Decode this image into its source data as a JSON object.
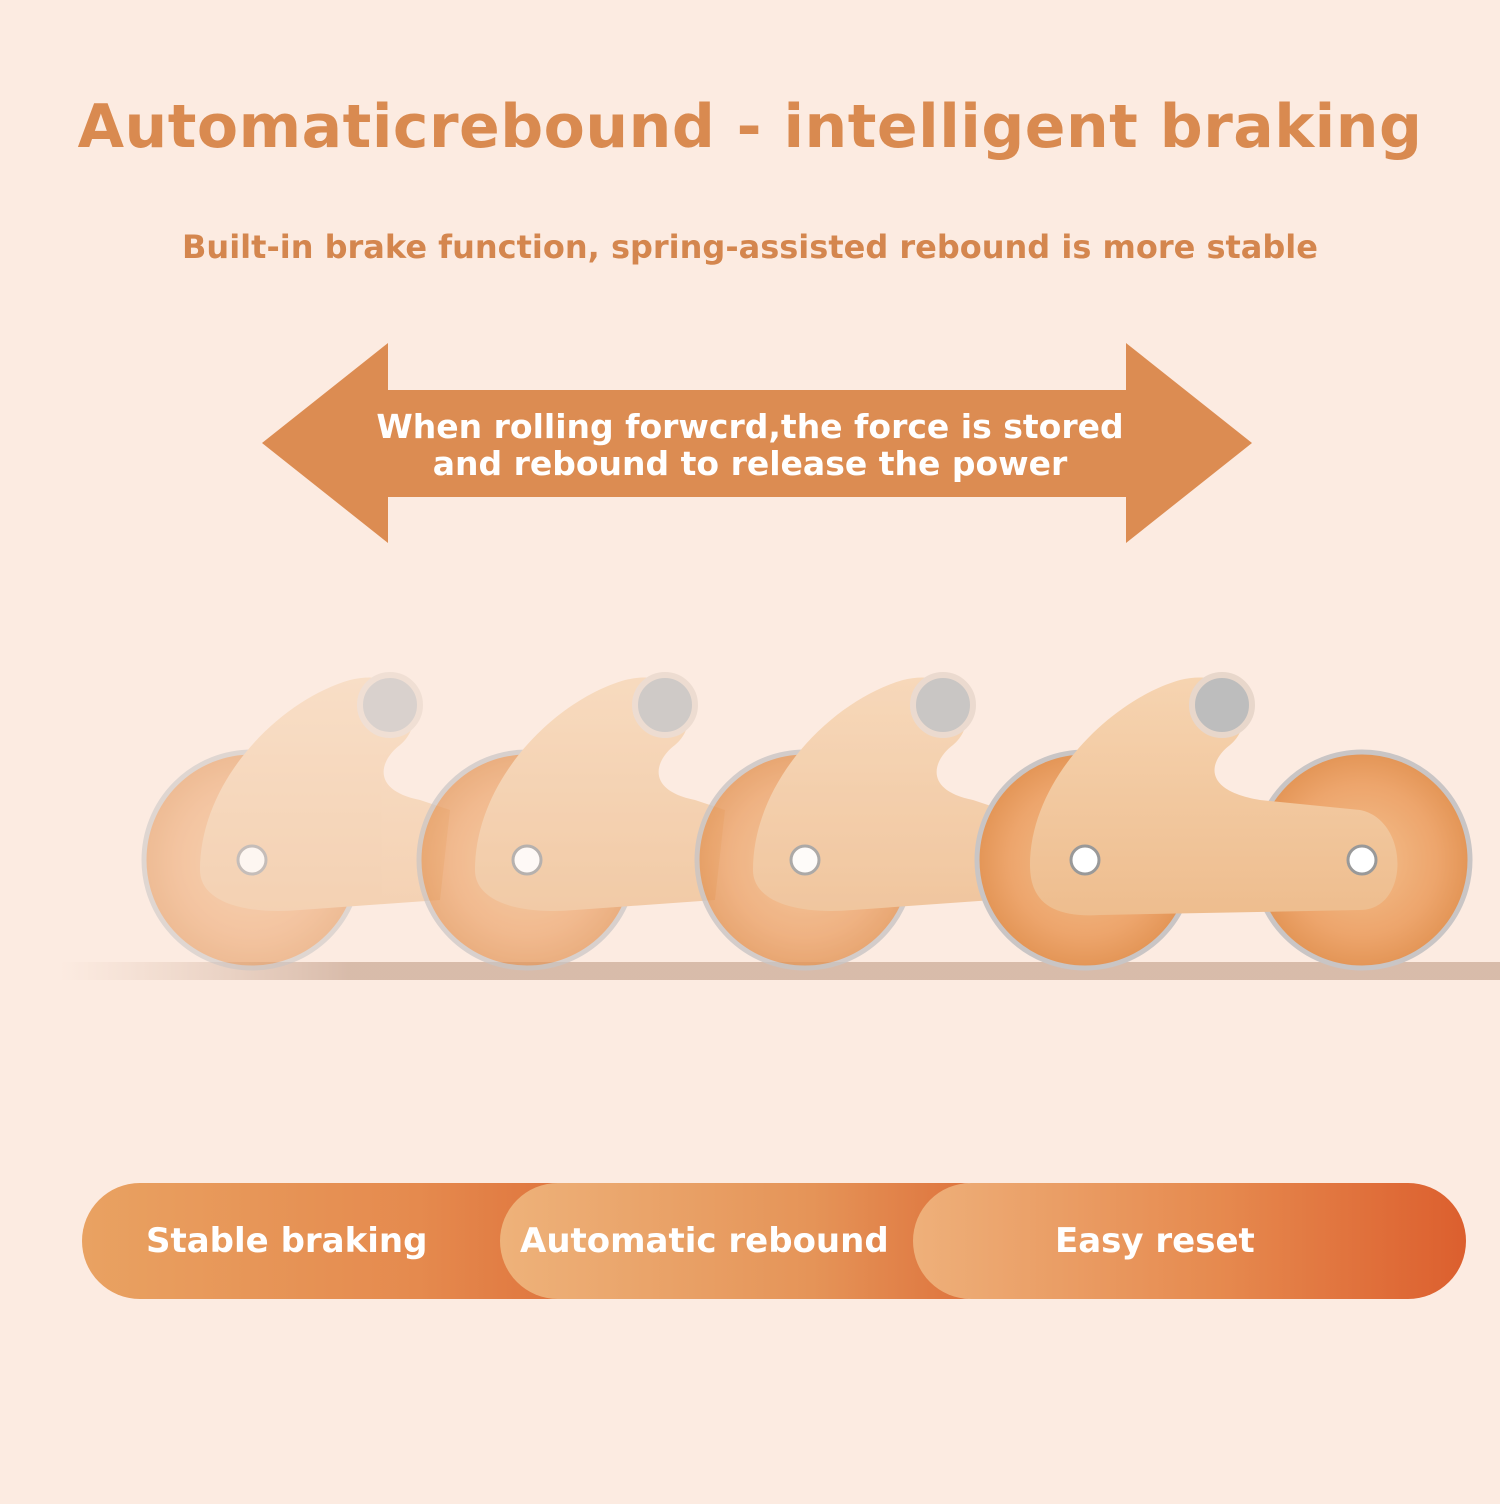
{
  "header": {
    "title": "Automaticrebound - intelligent braking",
    "subtitle": "Built-in brake function, spring-assisted rebound is more stable"
  },
  "arrow": {
    "line1": "When rolling forwcrd,the force is stored",
    "line2": "and rebound to release the power",
    "color": "#dc8c52"
  },
  "features": [
    {
      "label": "Stable braking"
    },
    {
      "label": "Automatic rebound"
    },
    {
      "label": "Easy reset"
    }
  ],
  "colors": {
    "background": "#fcebe1",
    "accent": "#d98a50",
    "pill_end": "#dc5f2e"
  }
}
